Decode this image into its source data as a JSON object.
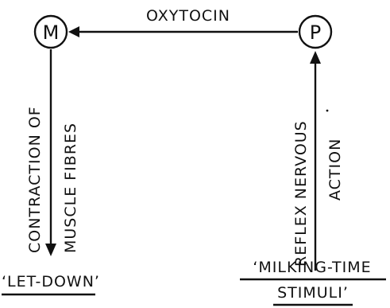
{
  "nodes": {
    "m": "M",
    "p": "P"
  },
  "arrows": {
    "top": "OXYTOCIN",
    "left_line1": "CONTRACTION OF",
    "left_line2": "MUSCLE  FIBRES",
    "right_line1": "REFLEX  NERVOUS",
    "right_line2": "ACTION"
  },
  "outcomes": {
    "left": "‘LET-DOWN’",
    "right_line1": "‘MILKING-TIME",
    "right_line2": "STIMULI’"
  },
  "colors": {
    "ink": "#111111",
    "background": "#ffffff"
  }
}
